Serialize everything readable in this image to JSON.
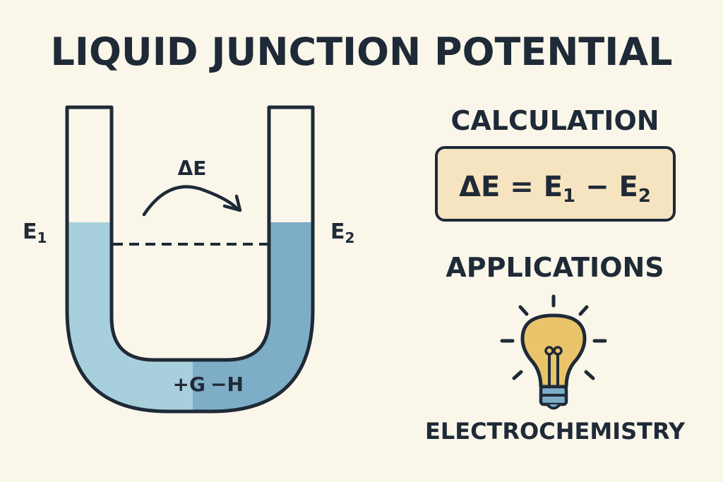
{
  "title": "LIQUID JUNCTION POTENTIAL",
  "diagram": {
    "delta_e_label": "ΔE",
    "e1_label": "E",
    "e1_sub": "1",
    "e2_label": "E",
    "e2_sub": "2",
    "left_ion": "+G",
    "right_ion": "−H"
  },
  "calculation": {
    "heading": "CALCULATION",
    "equation_main": "ΔE = E",
    "equation_sub1": "1",
    "equation_mid": " − E",
    "equation_sub2": "2"
  },
  "applications": {
    "heading": "APPLICATIONS",
    "icon": "lightbulb-icon",
    "label": "ELECTROCHEMISTRY"
  },
  "colors": {
    "background": "#faf6ea",
    "ink": "#1f2a37",
    "liquid_left": "#a8d0dc",
    "liquid_right": "#7eadc8",
    "box_fill": "#f6e4c0",
    "bulb": "#eac46a"
  }
}
